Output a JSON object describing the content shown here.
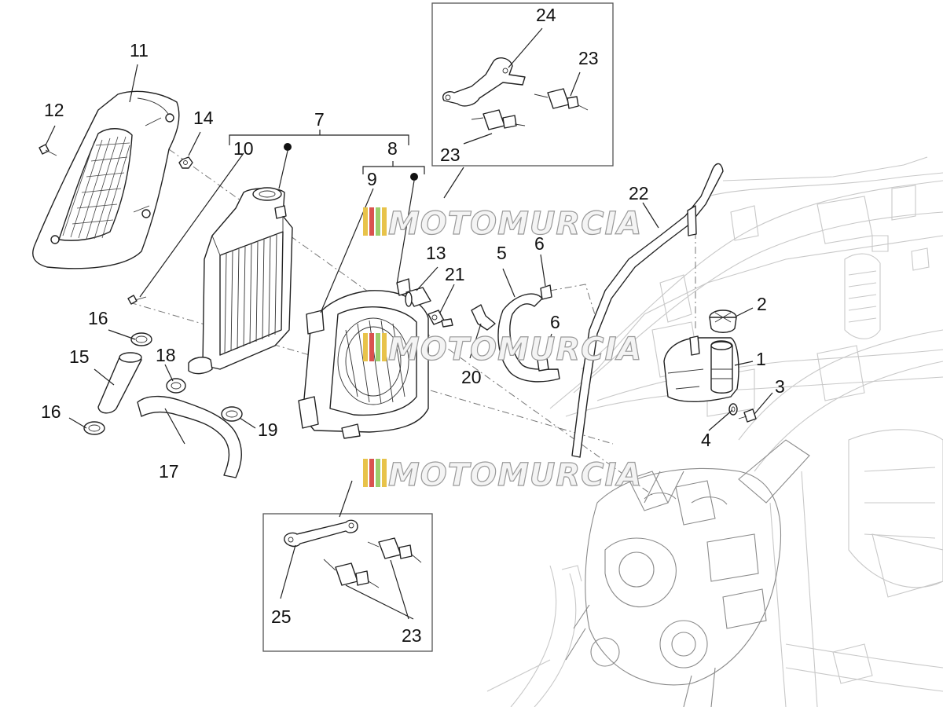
{
  "diagram": {
    "callouts": {
      "c1": "1",
      "c2": "2",
      "c3": "3",
      "c4": "4",
      "c5": "5",
      "c6a": "6",
      "c6b": "6",
      "c7": "7",
      "c8": "8",
      "c9": "9",
      "c10": "10",
      "c11": "11",
      "c12": "12",
      "c13": "13",
      "c14": "14",
      "c15": "15",
      "c16a": "16",
      "c16b": "16",
      "c17": "17",
      "c18": "18",
      "c19": "19",
      "c20": "20",
      "c21": "21",
      "c22": "22",
      "c23a": "23",
      "c23b": "23",
      "c23c": "23",
      "c24": "24",
      "c25": "25"
    },
    "watermark": {
      "text": "MOTOMURCIA",
      "stripe_colors": [
        "#e8c34a",
        "#d9534f",
        "#9ccf6b",
        "#e8c34a"
      ]
    }
  }
}
